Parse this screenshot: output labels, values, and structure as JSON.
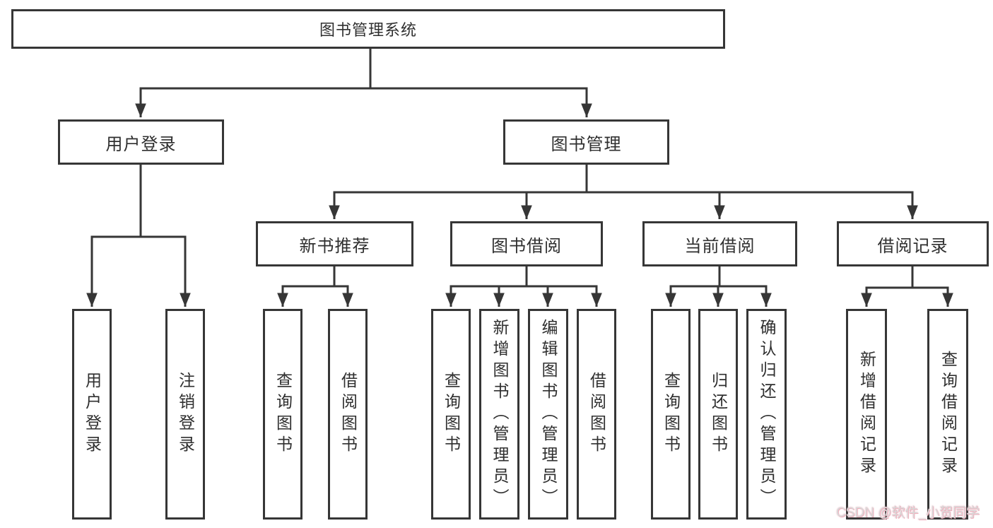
{
  "diagram": {
    "root": {
      "label": "图书管理系统"
    },
    "branches": [
      {
        "label": "用户登录",
        "children": [
          {
            "label": "用户登录"
          },
          {
            "label": "注销登录"
          }
        ]
      },
      {
        "label": "图书管理",
        "children": [
          {
            "label": "新书推荐",
            "children": [
              {
                "label": "查询图书"
              },
              {
                "label": "借阅图书"
              }
            ]
          },
          {
            "label": "图书借阅",
            "children": [
              {
                "label": "查询图书"
              },
              {
                "label": "新增图书（管理员）"
              },
              {
                "label": "编辑图书（管理员）"
              },
              {
                "label": "借阅图书"
              }
            ]
          },
          {
            "label": "当前借阅",
            "children": [
              {
                "label": "查询图书"
              },
              {
                "label": "归还图书"
              },
              {
                "label": "确认归还（管理员）"
              }
            ]
          },
          {
            "label": "借阅记录",
            "children": [
              {
                "label": "新增借阅记录"
              },
              {
                "label": "查询借阅记录"
              }
            ]
          }
        ]
      }
    ]
  },
  "watermark": {
    "text": "CSDN @软件_小贺同学"
  },
  "colors": {
    "line": "#363636",
    "text": "#2f2f2f",
    "background": "#ffffff",
    "watermark": "#d8d8d8",
    "watermark_accent": "#f0b0bd"
  }
}
